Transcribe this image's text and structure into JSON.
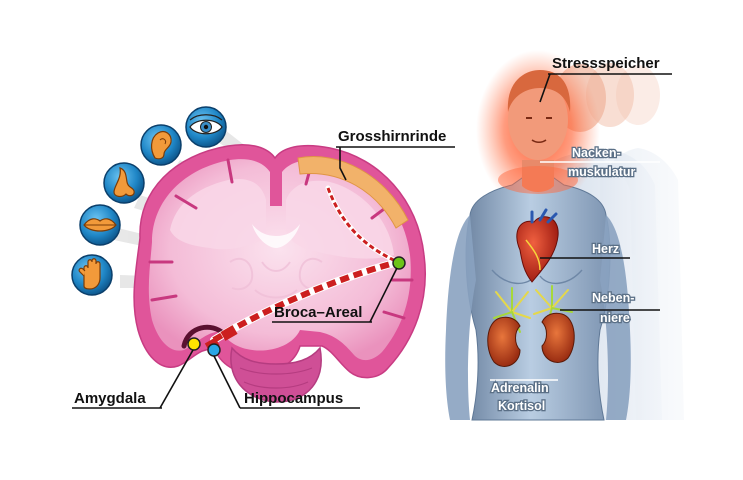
{
  "labels": {
    "grosshirnrinde": "Grosshirnrinde",
    "broca": "Broca–Areal",
    "amygdala": "Amygdala",
    "hippocampus": "Hippocampus",
    "stressspeicher": "Stressspeicher",
    "nacken_1": "Nacken-",
    "nacken_2": "muskulatur",
    "herz": "Herz",
    "neben_1": "Neben-",
    "neben_2": "niere",
    "adrenalin": "Adrenalin",
    "kortisol": "Kortisol"
  },
  "sense_icons": [
    "eye-icon",
    "ear-icon",
    "nose-icon",
    "mouth-icon",
    "hand-icon"
  ],
  "colors": {
    "cortex_pink": "#e0559a",
    "cortex_light": "#f7c2dc",
    "cortex_orange": "#f2b26a",
    "pathway_red": "#cc1f1f",
    "amygdala_yellow": "#ffe300",
    "hippocampus_blue": "#2aa6e6",
    "broca_green": "#6cc418",
    "icon_blue": "#1f86c6",
    "icon_skin": "#f29a3a",
    "stress_glow": "#ff3a18",
    "body_blue": "#8ea8c6"
  }
}
